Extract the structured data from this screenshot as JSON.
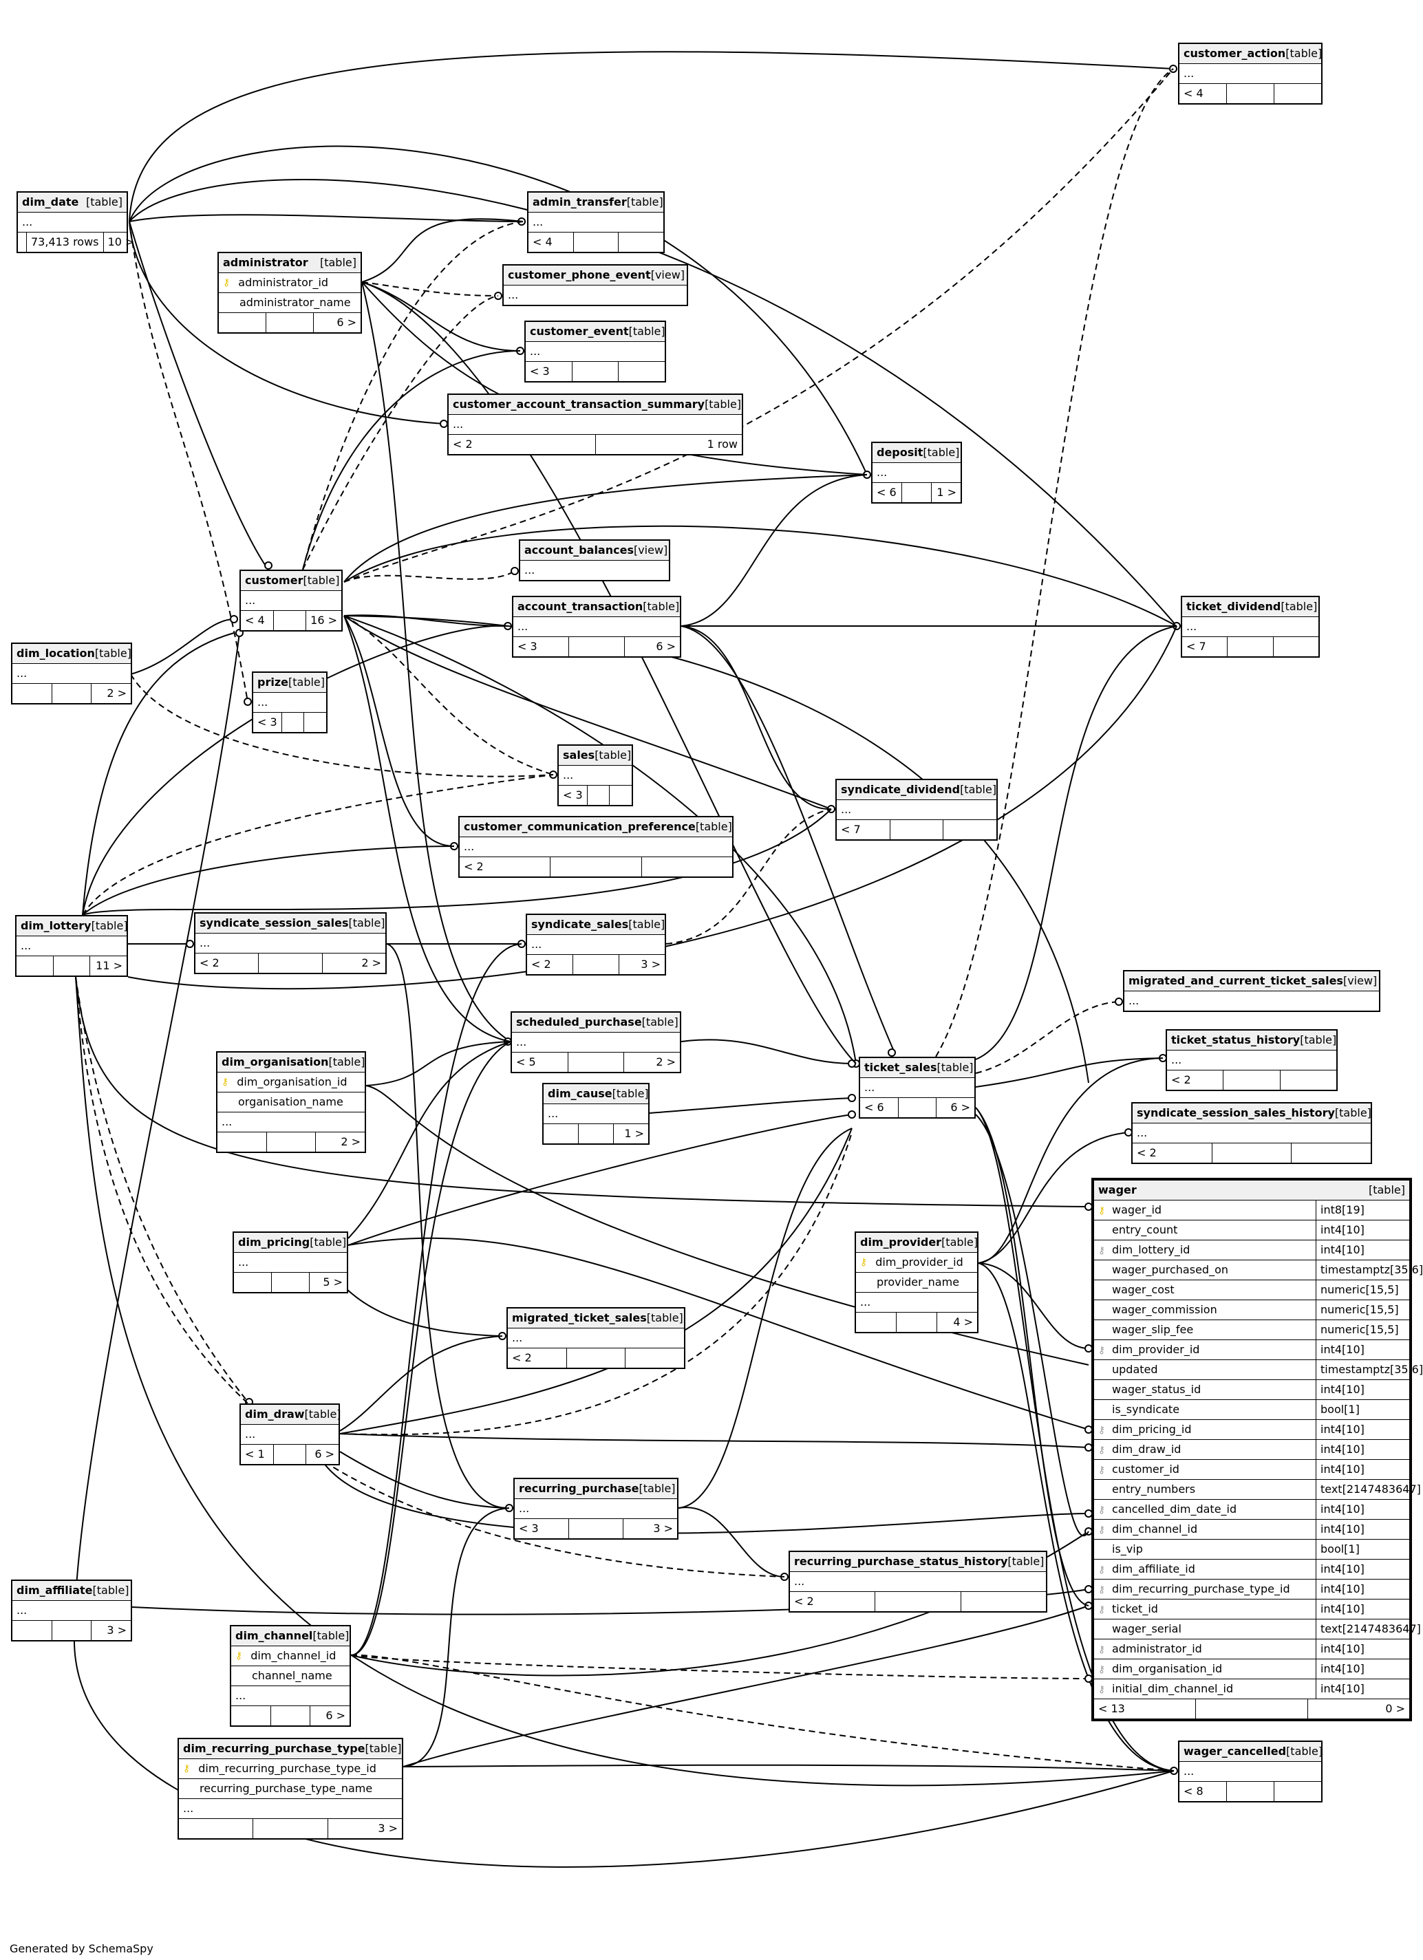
{
  "footer_text": "Generated by SchemaSpy",
  "tables": {
    "customer_action": {
      "name": "customer_action",
      "type": "[table]",
      "dots": "...",
      "foot": [
        "< 4",
        "",
        ""
      ]
    },
    "dim_date": {
      "name": "dim_date",
      "type": "[table]",
      "dots": "...",
      "foot": [
        "",
        "73,413 rows",
        "10 >"
      ]
    },
    "admin_transfer": {
      "name": "admin_transfer",
      "type": "[table]",
      "dots": "...",
      "foot": [
        "< 4",
        "",
        ""
      ]
    },
    "administrator": {
      "name": "administrator",
      "type": "[table]",
      "col1": "administrator_id",
      "col2": "administrator_name",
      "foot": [
        "",
        "",
        "6 >"
      ]
    },
    "customer_phone_event": {
      "name": "customer_phone_event",
      "type": "[view]",
      "dots": "..."
    },
    "customer_event": {
      "name": "customer_event",
      "type": "[table]",
      "dots": "...",
      "foot": [
        "< 3",
        "",
        ""
      ]
    },
    "customer_account_transaction_summary": {
      "name": "customer_account_transaction_summary",
      "type": "[table]",
      "dots": "...",
      "foot": [
        "< 2",
        "1 row"
      ]
    },
    "deposit": {
      "name": "deposit",
      "type": "[table]",
      "dots": "...",
      "foot": [
        "< 6",
        "",
        "1 >"
      ]
    },
    "account_balances": {
      "name": "account_balances",
      "type": "[view]",
      "dots": "..."
    },
    "customer": {
      "name": "customer",
      "type": "[table]",
      "dots": "...",
      "foot": [
        "< 4",
        "",
        "16 >"
      ]
    },
    "account_transaction": {
      "name": "account_transaction",
      "type": "[table]",
      "dots": "...",
      "foot": [
        "< 3",
        "",
        "6 >"
      ]
    },
    "ticket_dividend": {
      "name": "ticket_dividend",
      "type": "[table]",
      "dots": "...",
      "foot": [
        "< 7",
        "",
        ""
      ]
    },
    "dim_location": {
      "name": "dim_location",
      "type": "[table]",
      "dots": "...",
      "foot": [
        "",
        "",
        "2 >"
      ]
    },
    "prize": {
      "name": "prize",
      "type": "[table]",
      "dots": "...",
      "foot": [
        "< 3",
        "",
        ""
      ]
    },
    "sales": {
      "name": "sales",
      "type": "[table]",
      "dots": "...",
      "foot": [
        "< 3",
        "",
        ""
      ]
    },
    "syndicate_dividend": {
      "name": "syndicate_dividend",
      "type": "[table]",
      "dots": "...",
      "foot": [
        "< 7",
        "",
        ""
      ]
    },
    "customer_communication_preference": {
      "name": "customer_communication_preference",
      "type": "[table]",
      "dots": "...",
      "foot": [
        "< 2",
        "",
        ""
      ]
    },
    "dim_lottery": {
      "name": "dim_lottery",
      "type": "[table]",
      "dots": "...",
      "foot": [
        "",
        "",
        "11 >"
      ]
    },
    "syndicate_session_sales": {
      "name": "syndicate_session_sales",
      "type": "[table]",
      "dots": "...",
      "foot": [
        "< 2",
        "",
        "2 >"
      ]
    },
    "syndicate_sales": {
      "name": "syndicate_sales",
      "type": "[table]",
      "dots": "...",
      "foot": [
        "< 2",
        "",
        "3 >"
      ]
    },
    "migrated_and_current_ticket_sales": {
      "name": "migrated_and_current_ticket_sales",
      "type": "[view]",
      "dots": "..."
    },
    "scheduled_purchase": {
      "name": "scheduled_purchase",
      "type": "[table]",
      "dots": "...",
      "foot": [
        "< 5",
        "",
        "2 >"
      ]
    },
    "ticket_status_history": {
      "name": "ticket_status_history",
      "type": "[table]",
      "dots": "...",
      "foot": [
        "< 2",
        "",
        ""
      ]
    },
    "dim_organisation": {
      "name": "dim_organisation",
      "type": "[table]",
      "col1": "dim_organisation_id",
      "col2": "organisation_name",
      "dots": "...",
      "foot": [
        "",
        "",
        "2 >"
      ]
    },
    "ticket_sales": {
      "name": "ticket_sales",
      "type": "[table]",
      "dots": "...",
      "foot": [
        "< 6",
        "",
        "6 >"
      ]
    },
    "dim_cause": {
      "name": "dim_cause",
      "type": "[table]",
      "dots": "...",
      "foot": [
        "",
        "",
        "1 >"
      ]
    },
    "syndicate_session_sales_history": {
      "name": "syndicate_session_sales_history",
      "type": "[table]",
      "dots": "...",
      "foot": [
        "< 2",
        "",
        ""
      ]
    },
    "dim_pricing": {
      "name": "dim_pricing",
      "type": "[table]",
      "dots": "...",
      "foot": [
        "",
        "",
        "5 >"
      ]
    },
    "dim_provider": {
      "name": "dim_provider",
      "type": "[table]",
      "col1": "dim_provider_id",
      "col2": "provider_name",
      "dots": "...",
      "foot": [
        "",
        "",
        "4 >"
      ]
    },
    "migrated_ticket_sales": {
      "name": "migrated_ticket_sales",
      "type": "[table]",
      "dots": "...",
      "foot": [
        "< 2",
        "",
        ""
      ]
    },
    "dim_draw": {
      "name": "dim_draw",
      "type": "[table]",
      "dots": "...",
      "foot": [
        "< 1",
        "",
        "6 >"
      ]
    },
    "recurring_purchase": {
      "name": "recurring_purchase",
      "type": "[table]",
      "dots": "...",
      "foot": [
        "< 3",
        "",
        "3 >"
      ]
    },
    "recurring_purchase_status_history": {
      "name": "recurring_purchase_status_history",
      "type": "[table]",
      "dots": "...",
      "foot": [
        "< 2",
        "",
        ""
      ]
    },
    "dim_affiliate": {
      "name": "dim_affiliate",
      "type": "[table]",
      "dots": "...",
      "foot": [
        "",
        "",
        "3 >"
      ]
    },
    "dim_channel": {
      "name": "dim_channel",
      "type": "[table]",
      "col1": "dim_channel_id",
      "col2": "channel_name",
      "dots": "...",
      "foot": [
        "",
        "",
        "6 >"
      ]
    },
    "dim_recurring_purchase_type": {
      "name": "dim_recurring_purchase_type",
      "type": "[table]",
      "col1": "dim_recurring_purchase_type_id",
      "col2": "recurring_purchase_type_name",
      "dots": "...",
      "foot": [
        "",
        "",
        "3 >"
      ]
    },
    "wager_cancelled": {
      "name": "wager_cancelled",
      "type": "[table]",
      "dots": "...",
      "foot": [
        "< 8",
        "",
        ""
      ]
    }
  },
  "wager": {
    "name": "wager",
    "type": "[table]",
    "columns": [
      {
        "name": "wager_id",
        "type": "int8[19]",
        "key": "pk"
      },
      {
        "name": "entry_count",
        "type": "int4[10]",
        "key": ""
      },
      {
        "name": "dim_lottery_id",
        "type": "int4[10]",
        "key": "fk"
      },
      {
        "name": "wager_purchased_on",
        "type": "timestamptz[35,6]",
        "key": ""
      },
      {
        "name": "wager_cost",
        "type": "numeric[15,5]",
        "key": ""
      },
      {
        "name": "wager_commission",
        "type": "numeric[15,5]",
        "key": ""
      },
      {
        "name": "wager_slip_fee",
        "type": "numeric[15,5]",
        "key": ""
      },
      {
        "name": "dim_provider_id",
        "type": "int4[10]",
        "key": "fk"
      },
      {
        "name": "updated",
        "type": "timestamptz[35,6]",
        "key": ""
      },
      {
        "name": "wager_status_id",
        "type": "int4[10]",
        "key": ""
      },
      {
        "name": "is_syndicate",
        "type": "bool[1]",
        "key": ""
      },
      {
        "name": "dim_pricing_id",
        "type": "int4[10]",
        "key": "fk"
      },
      {
        "name": "dim_draw_id",
        "type": "int4[10]",
        "key": "fk"
      },
      {
        "name": "customer_id",
        "type": "int4[10]",
        "key": "fk"
      },
      {
        "name": "entry_numbers",
        "type": "text[2147483647]",
        "key": ""
      },
      {
        "name": "cancelled_dim_date_id",
        "type": "int4[10]",
        "key": "fk"
      },
      {
        "name": "dim_channel_id",
        "type": "int4[10]",
        "key": "fk"
      },
      {
        "name": "is_vip",
        "type": "bool[1]",
        "key": ""
      },
      {
        "name": "dim_affiliate_id",
        "type": "int4[10]",
        "key": "fk"
      },
      {
        "name": "dim_recurring_purchase_type_id",
        "type": "int4[10]",
        "key": "fk"
      },
      {
        "name": "ticket_id",
        "type": "int4[10]",
        "key": "fk"
      },
      {
        "name": "wager_serial",
        "type": "text[2147483647]",
        "key": ""
      },
      {
        "name": "administrator_id",
        "type": "int4[10]",
        "key": "fk"
      },
      {
        "name": "dim_organisation_id",
        "type": "int4[10]",
        "key": "fk"
      },
      {
        "name": "initial_dim_channel_id",
        "type": "int4[10]",
        "key": "fk"
      }
    ],
    "foot": [
      "< 13",
      "",
      "0 >"
    ]
  }
}
